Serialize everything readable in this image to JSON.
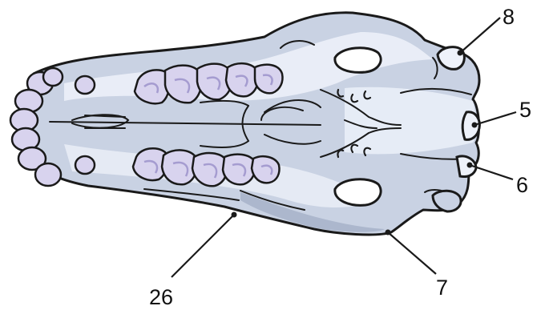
{
  "figure": {
    "subject": "skull-ventral-view",
    "colors": {
      "bone_fill": "#c9d2e3",
      "bone_light": "#eef2fa",
      "bone_shadow": "#a9b4ca",
      "tooth_fill": "#d8d3ee",
      "tooth_shade": "#a59cd0",
      "outline": "#1a1a1a",
      "background": "#ffffff"
    }
  },
  "callouts": [
    {
      "id": "c8",
      "label": "8"
    },
    {
      "id": "c5",
      "label": "5"
    },
    {
      "id": "c6",
      "label": "6"
    },
    {
      "id": "c7",
      "label": "7"
    },
    {
      "id": "c26",
      "label": "26"
    }
  ]
}
